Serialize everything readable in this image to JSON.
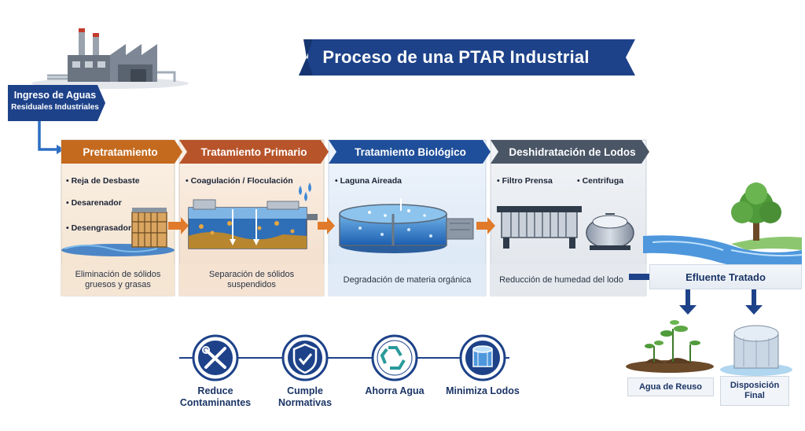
{
  "title": "Proceso de una PTAR Industrial",
  "intake": {
    "line1": "Ingreso de Aguas",
    "line2": "Residuales Industriales"
  },
  "stages": [
    {
      "title": "Pretratamiento",
      "bullets": [
        "• Reja de Desbaste",
        "• Desarenador",
        "• Desengrasador"
      ],
      "desc": "Eliminación de sólidos gruesos y grasas"
    },
    {
      "title": "Tratamiento Primario",
      "bullets": [
        "• Coagulación / Floculación"
      ],
      "desc": "Separación de sólidos suspendidos"
    },
    {
      "title": "Tratamiento Biológico",
      "bullets": [
        "• Laguna Aireada"
      ],
      "desc": "Degradación de materia orgánica"
    },
    {
      "title": "Deshidratación de Lodos",
      "bullets": [
        "• Filtro Prensa",
        "• Centrifuga"
      ],
      "desc": "Reducción de humedad del lodo"
    }
  ],
  "effluent": "Efluente Tratado",
  "outputs": {
    "reuse": "Agua de Reuso",
    "disposal": "Disposición Final"
  },
  "benefits": [
    {
      "label": "Reduce Contaminantes",
      "icon": "tools-icon"
    },
    {
      "label": "Cumple Normativas",
      "icon": "shield-check-icon"
    },
    {
      "label": "Ahorra Agua",
      "icon": "recycle-icon"
    },
    {
      "label": "Minimiza Lodos",
      "icon": "sludge-tank-icon"
    }
  ],
  "colors": {
    "navy": "#1d4289",
    "pre": "#c46a1f",
    "primary": "#b8542a",
    "bio": "#1f4f9a",
    "sludge": "#4a5666",
    "arrow_orange": "#e07a2a"
  }
}
